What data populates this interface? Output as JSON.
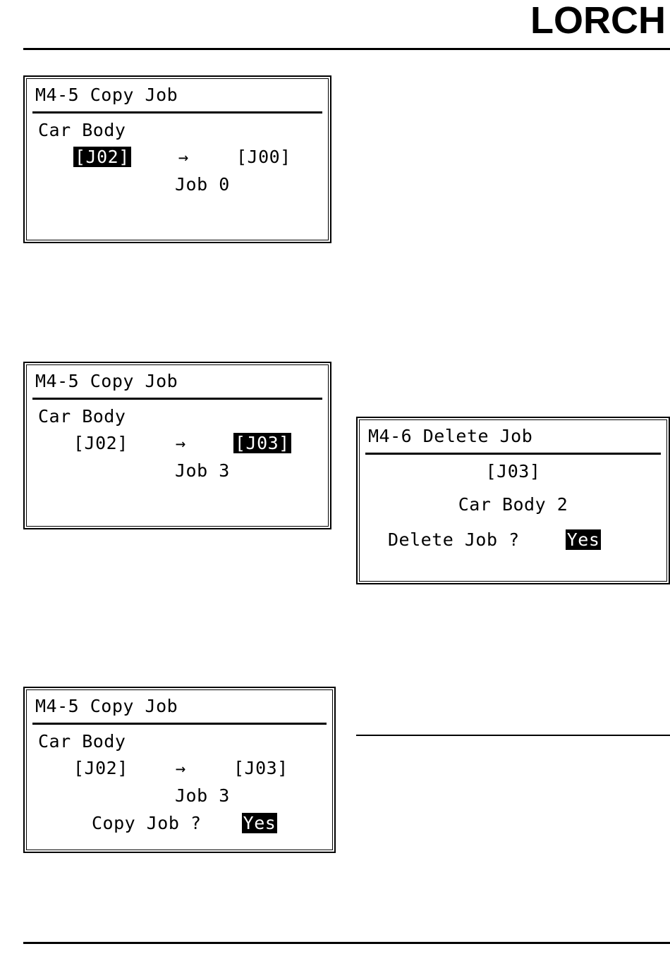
{
  "header": {
    "brand": "LORCH"
  },
  "panels": [
    {
      "id": "copy-job-source-selected",
      "title": "M4-5  Copy Job",
      "job_name": "Car Body",
      "source": "[J02]",
      "arrow": "→",
      "target": "[J00]",
      "target_name": "Job 0",
      "source_highlighted": true,
      "target_highlighted": false
    },
    {
      "id": "copy-job-target-selected",
      "title": "M4-5  Copy Job",
      "job_name": "Car Body",
      "source": "[J02]",
      "arrow": "→",
      "target": "[J03]",
      "target_name": "Job 3",
      "source_highlighted": false,
      "target_highlighted": true
    },
    {
      "id": "delete-job",
      "title": "M4-6  Delete Job",
      "job": "[J03]",
      "job_name": "Car Body 2",
      "prompt": "Delete Job ?",
      "answer": "Yes"
    },
    {
      "id": "copy-job-confirm",
      "title": "M4-5  Copy Job",
      "job_name": "Car Body",
      "source": "[J02]",
      "arrow": "→",
      "target": "[J03]",
      "target_name": "Job 3",
      "prompt": "Copy Job ?",
      "answer": "Yes"
    }
  ],
  "colors": {
    "ink": "#000000",
    "paper": "#ffffff"
  }
}
